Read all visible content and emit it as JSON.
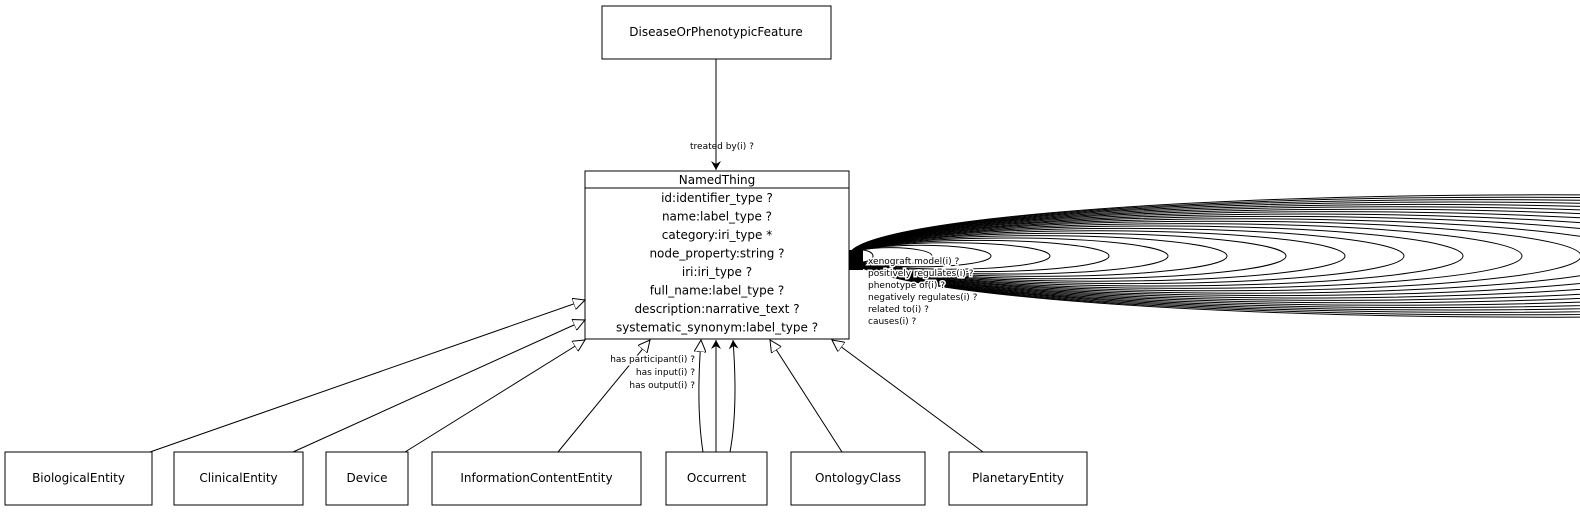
{
  "classes": {
    "top": "DiseaseOrPhenotypicFeature",
    "center": "NamedThing",
    "bottom": [
      "BiologicalEntity",
      "ClinicalEntity",
      "Device",
      "InformationContentEntity",
      "Occurrent",
      "OntologyClass",
      "PlanetaryEntity"
    ]
  },
  "attributes": [
    "id:identifier_type ?",
    "name:label_type ?",
    "category:iri_type *",
    "node_property:string ?",
    "iri:iri_type ?",
    "full_name:label_type ?",
    "description:narrative_text ?",
    "systematic_synonym:label_type ?"
  ],
  "edges": {
    "treated_by": "treated by(i) ?",
    "occurrent_labels": [
      "has participant(i) ?",
      "has input(i) ?",
      "has output(i) ?"
    ],
    "self_loop_labels": [
      "xenograft model(i) ?",
      "positively regulates(i) ?",
      "phenotype of(i) ?",
      "negatively regulates(i) ?",
      "related to(i) ?",
      "causes(i) ?"
    ]
  }
}
